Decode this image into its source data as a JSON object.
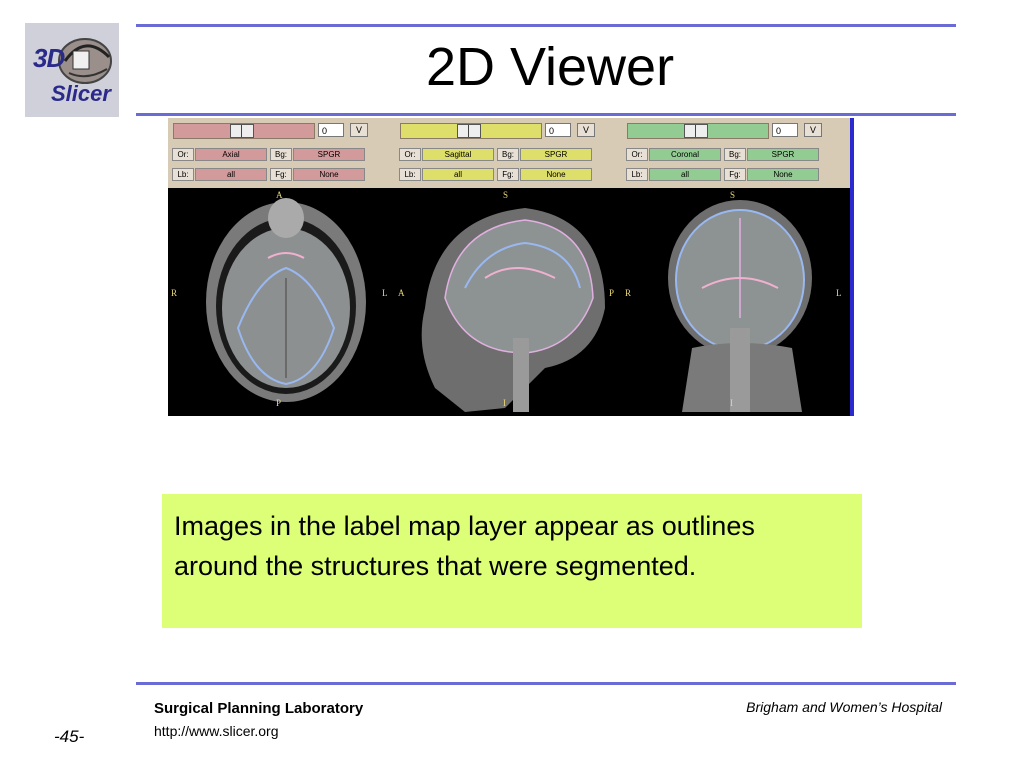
{
  "slide": {
    "title": "2D Viewer"
  },
  "logo": {
    "text_top": "3D",
    "text_bottom": "Slicer"
  },
  "viewer": {
    "panels": [
      {
        "id": "axial",
        "color": "#d39a9c",
        "slider_value": "0",
        "v_label": "V",
        "orientation": "Axial",
        "background": "SPGR",
        "label_layer": "all",
        "foreground": "None",
        "marks": {
          "top": "A",
          "bottom": "P",
          "left": "R",
          "right": "L"
        }
      },
      {
        "id": "sagittal",
        "color": "#dede6a",
        "slider_value": "0",
        "v_label": "V",
        "orientation": "Sagittal",
        "background": "SPGR",
        "label_layer": "all",
        "foreground": "None",
        "marks": {
          "top": "S",
          "bottom": "I",
          "left": "A",
          "right": "P"
        }
      },
      {
        "id": "coronal",
        "color": "#93cc93",
        "slider_value": "0",
        "v_label": "V",
        "orientation": "Coronal",
        "background": "SPGR",
        "label_layer": "all",
        "foreground": "None",
        "marks": {
          "top": "S",
          "bottom": "I",
          "left": "R",
          "right": "L"
        }
      }
    ],
    "labels": {
      "or": "Or:",
      "bg": "Bg:",
      "lb": "Lb:",
      "fg": "Fg:"
    }
  },
  "note": {
    "text": "Images in the label map layer appear as outlines around the structures that were segmented."
  },
  "footer": {
    "lab": "Surgical Planning Laboratory",
    "url": "http://www.slicer.org",
    "hospital": "Brigham and Women’s Hospital",
    "page": "-45-"
  }
}
